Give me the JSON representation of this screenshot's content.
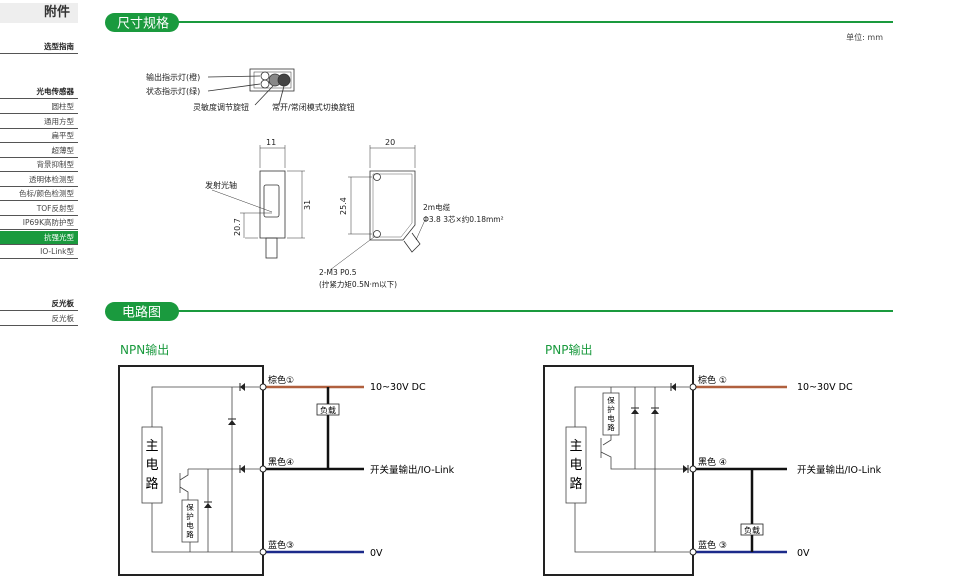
{
  "sidebar": {
    "header": "附件",
    "items": [
      {
        "label": "选型指南",
        "group": true
      },
      {
        "label": "光电传感器",
        "group": true
      },
      {
        "label": "圆柱型"
      },
      {
        "label": "通用方型"
      },
      {
        "label": "扁平型"
      },
      {
        "label": "超薄型"
      },
      {
        "label": "背景抑制型"
      },
      {
        "label": "透明体检测型"
      },
      {
        "label": "色标/颜色检测型"
      },
      {
        "label": "TOF反射型"
      },
      {
        "label": "IP69K高防护型"
      },
      {
        "label": "抗强光型",
        "active": true
      },
      {
        "label": "IO-Link型"
      },
      {
        "label": "反光板",
        "group": true
      },
      {
        "label": "反光板"
      }
    ]
  },
  "dimensions": {
    "title": "尺寸规格",
    "unit": "单位: mm",
    "labels": {
      "output_led": "输出指示灯(橙)",
      "status_led": "状态指示灯(绿)",
      "sensitivity": "灵敏度调节旋钮",
      "mode": "常开/常闭模式切换旋钮",
      "axis": "发射光轴",
      "width": "11",
      "height": "31",
      "axis_h": "20.7",
      "depth": "20",
      "hole": "25.4",
      "cable1": "2m电缆",
      "cable2": "Φ3.8 3芯×约0.18mm²",
      "screw1": "2-M3 P0.5",
      "screw2": "(拧紧力矩0.5N·m以下)"
    }
  },
  "circuit": {
    "title": "电路图",
    "npn": {
      "title": "NPN输出",
      "brown": "棕色①",
      "black": "黑色④",
      "blue": "蓝色③",
      "v_plus": "10~30V DC",
      "out": "开关量输出/IO-Link",
      "v0": "0V",
      "load": "负载",
      "main": [
        "主",
        "电",
        "路"
      ],
      "prot": [
        "保",
        "护",
        "电",
        "路"
      ]
    },
    "pnp": {
      "title": "PNP输出",
      "brown": "棕色 ①",
      "black": "黑色 ④",
      "blue": "蓝色 ③",
      "v_plus": "10~30V DC",
      "out": "开关量输出/IO-Link",
      "v0": "0V",
      "load": "负载",
      "main": [
        "主",
        "电",
        "路"
      ],
      "prot": [
        "保",
        "护",
        "电",
        "路"
      ]
    }
  },
  "colors": {
    "accent": "#1a9a3e",
    "brown": "#b0603e",
    "blue": "#1c2a8a"
  }
}
